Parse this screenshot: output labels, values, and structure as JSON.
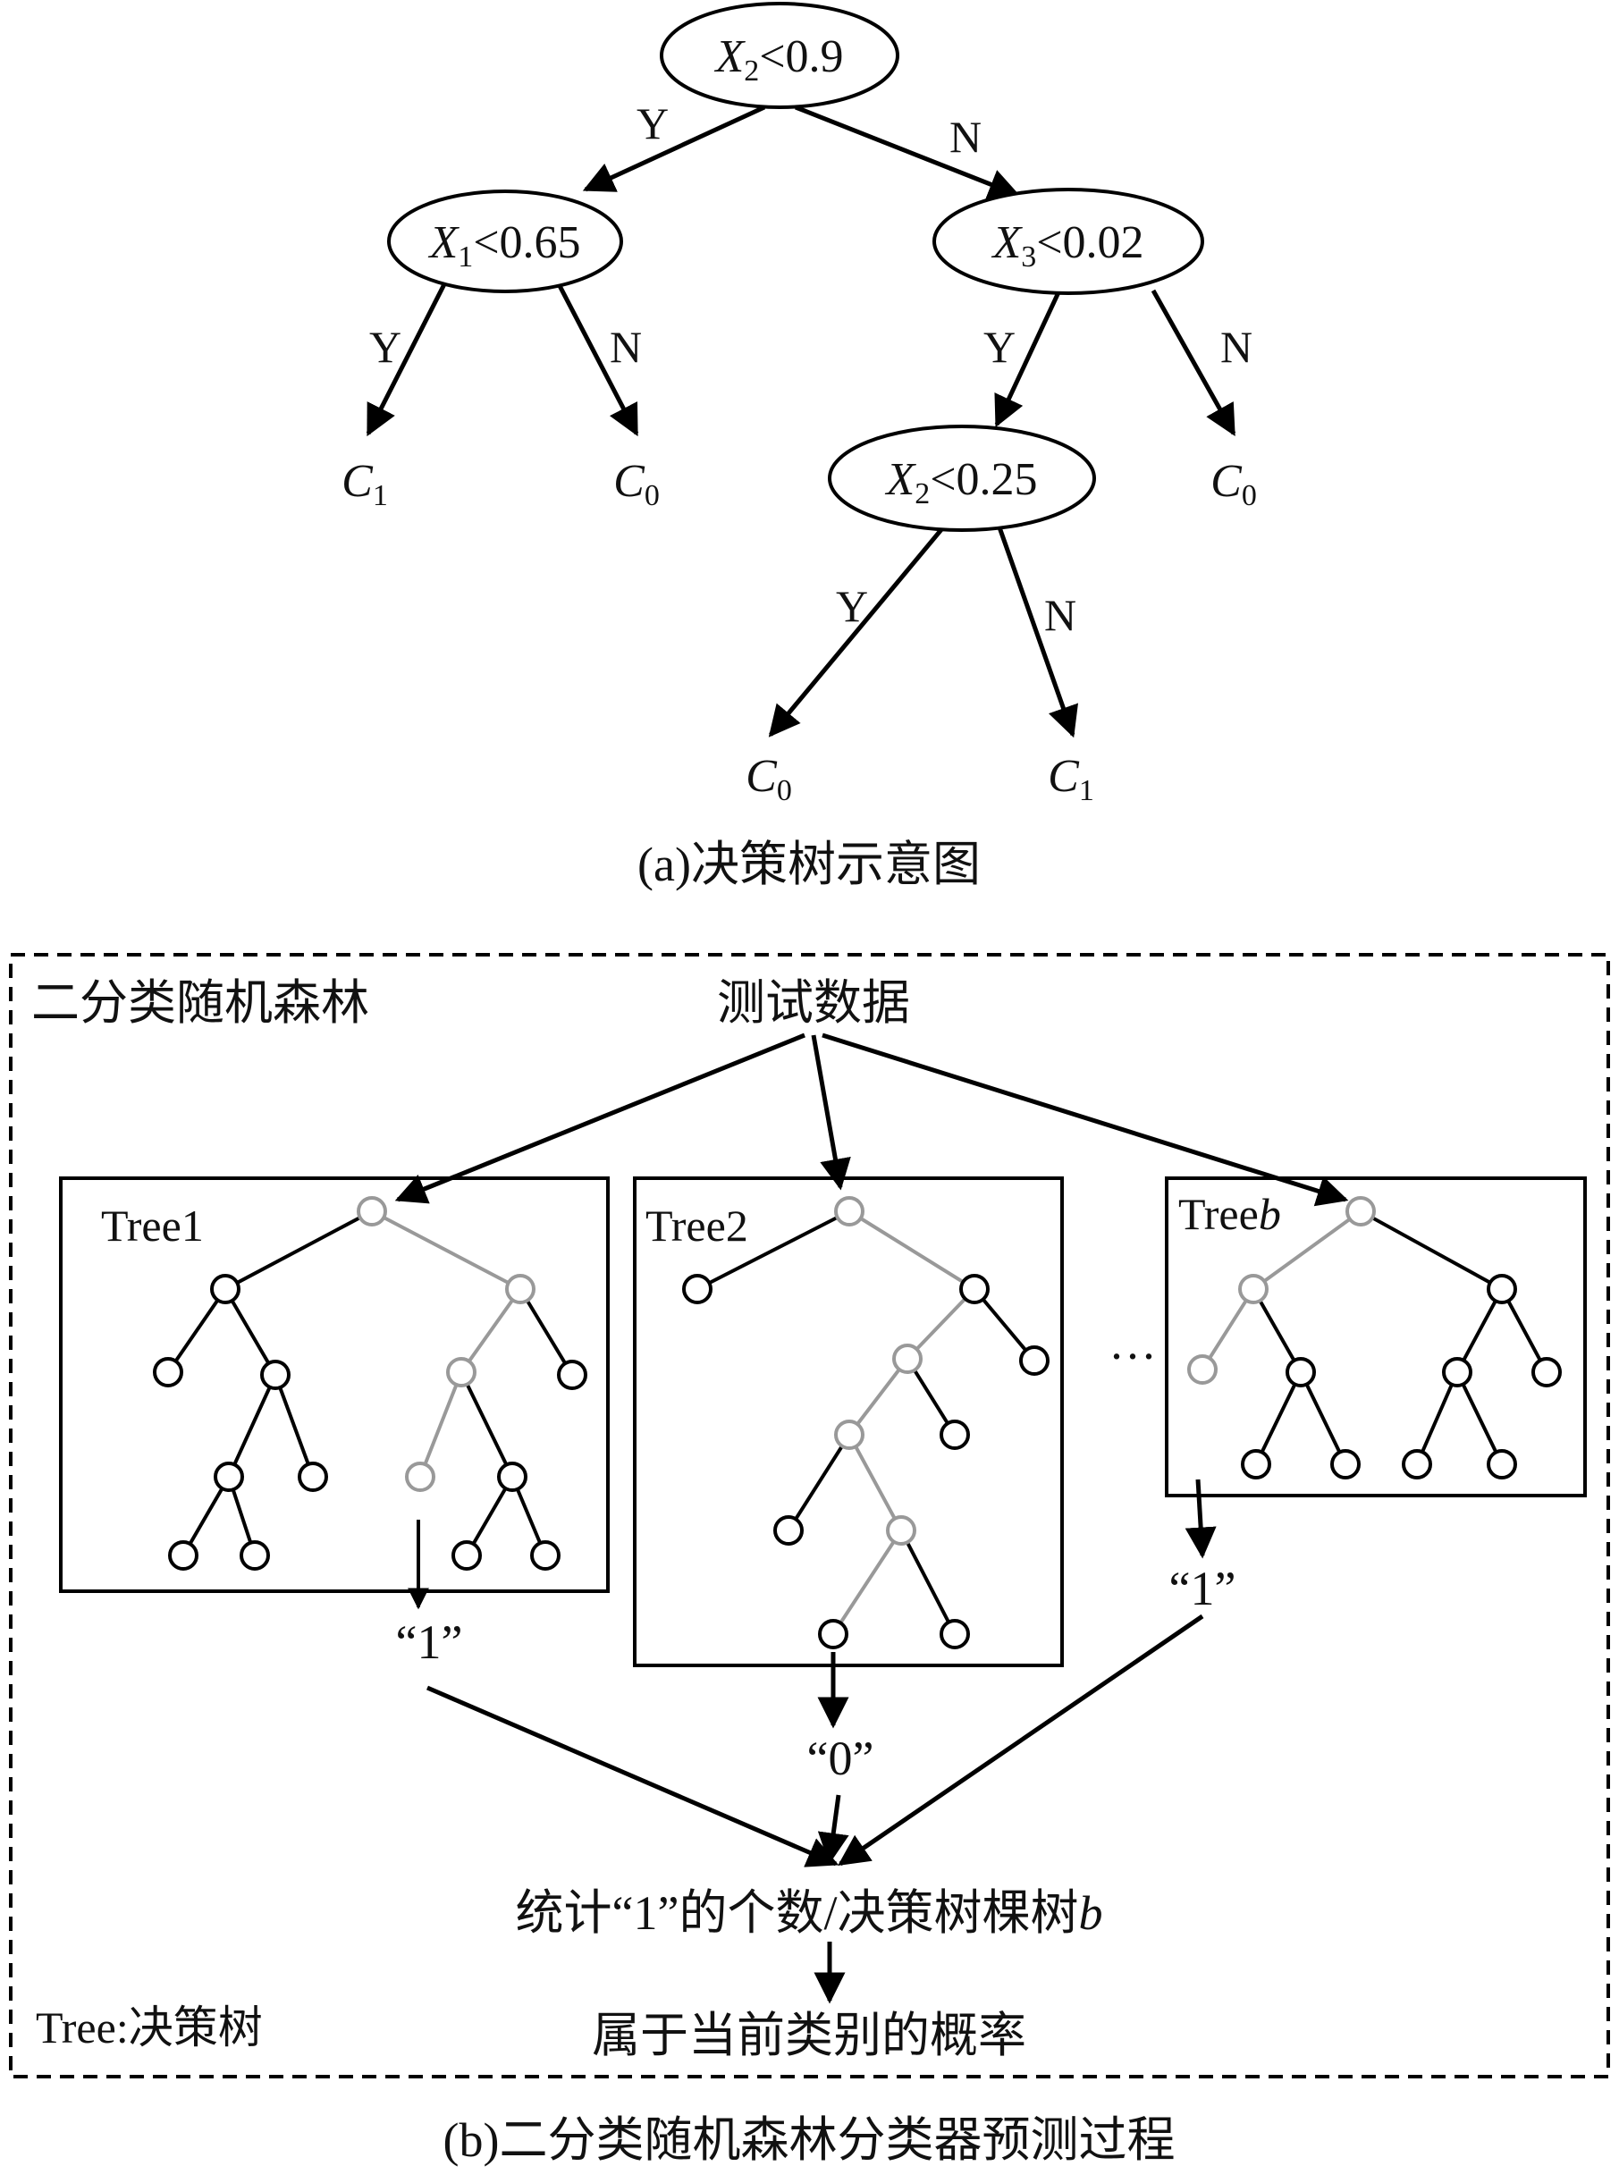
{
  "decision_tree": {
    "root": {
      "var": "X",
      "sub": "2",
      "op": "<0.9"
    },
    "left": {
      "var": "X",
      "sub": "1",
      "op": "<0.65"
    },
    "right": {
      "var": "X",
      "sub": "3",
      "op": "<0.02"
    },
    "right_left": {
      "var": "X",
      "sub": "2",
      "op": "<0.25"
    },
    "leaves": {
      "ll": {
        "c": "C",
        "sub": "1"
      },
      "lr": {
        "c": "C",
        "sub": "0"
      },
      "rr": {
        "c": "C",
        "sub": "0"
      },
      "rll": {
        "c": "C",
        "sub": "0"
      },
      "rlr": {
        "c": "C",
        "sub": "1"
      }
    },
    "yes": "Y",
    "no": "N",
    "caption": "(a)决策树示意图"
  },
  "forest": {
    "title": "二分类随机森林",
    "test_data": "测试数据",
    "tree1": "Tree1",
    "tree2": "Tree2",
    "treeb_prefix": "Tree",
    "treeb_suffix": "b",
    "ellipsis": "···",
    "out1": "“1”",
    "out2": "“0”",
    "outb": "“1”",
    "count_text": "统计“1”的个数/决策树棵树",
    "count_b": "b",
    "probability": "属于当前类别的概率",
    "legend": "Tree:决策树",
    "caption": "(b)二分类随机森林分类器预测过程"
  }
}
